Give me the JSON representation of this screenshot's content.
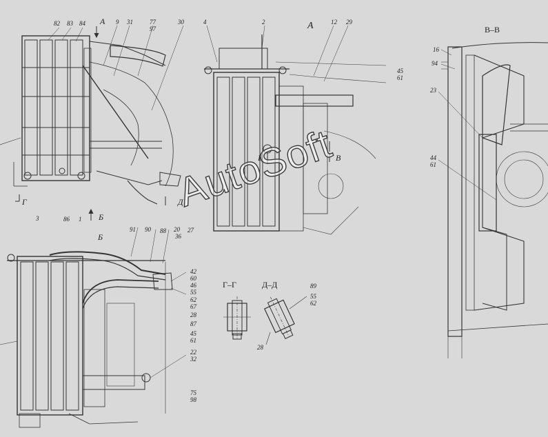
{
  "section_titles": {
    "view_a_left": "А",
    "view_a_center": "А",
    "section_v_v": "В–В",
    "view_b": "Б",
    "section_g_g": "Г–Г",
    "section_d_d": "Д–Д",
    "arrow_a": "А",
    "arrow_b": "Б",
    "arrow_v_left": "В",
    "arrow_v_right": "В",
    "arrow_g": "Г",
    "arrow_d": "Д"
  },
  "callouts": {
    "left_top": [
      "82",
      "83",
      "84",
      "9",
      "31",
      "77",
      "97",
      "30"
    ],
    "left_bottom": [
      "3",
      "86",
      "1"
    ],
    "center_top": [
      "4",
      "2",
      "12",
      "29"
    ],
    "center_right": [
      "45",
      "61"
    ],
    "right_section": [
      "16",
      "94",
      "23",
      "44",
      "61"
    ],
    "mid_row": [
      "91",
      "90",
      "88",
      "20",
      "36",
      "27"
    ],
    "bottom_column": [
      "42",
      "60",
      "46",
      "55",
      "62",
      "67",
      "28",
      "87",
      "45",
      "61",
      "22",
      "32",
      "75",
      "98"
    ],
    "d_section": [
      "89",
      "55",
      "62",
      "28"
    ]
  },
  "watermark": "AutoSoft"
}
